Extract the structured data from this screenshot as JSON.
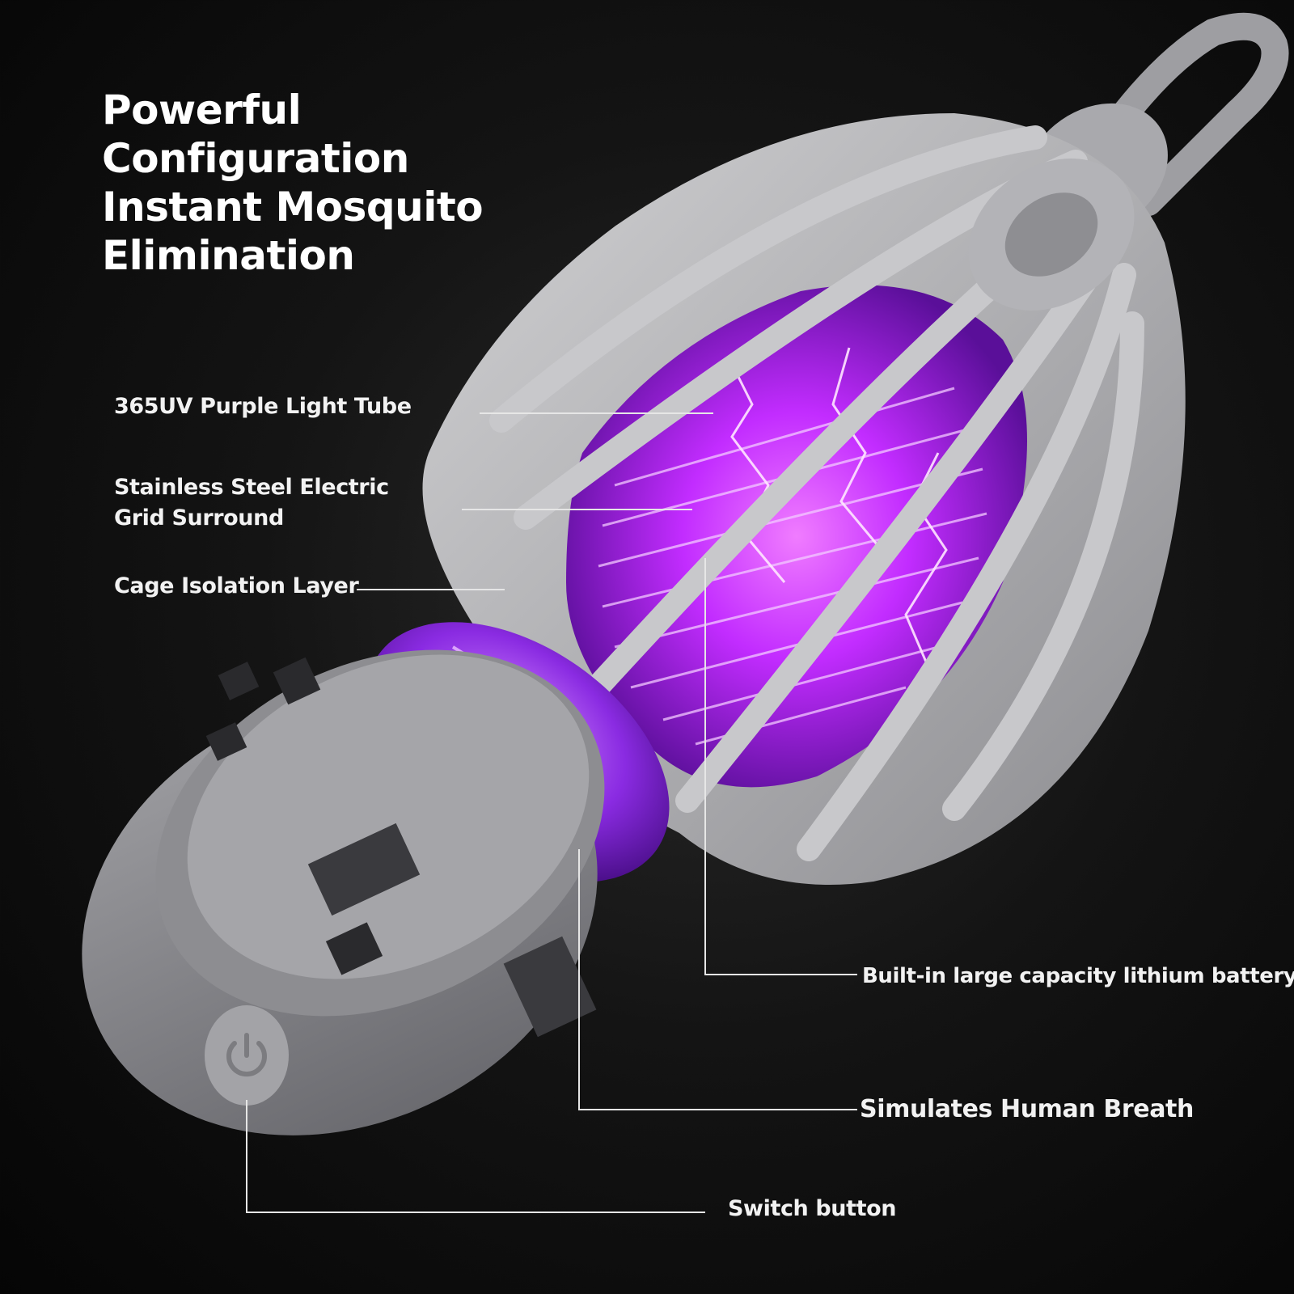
{
  "headline": {
    "line1": "Powerful",
    "line2": "Configuration",
    "line3": "Instant Mosquito",
    "line4": "Elimination"
  },
  "callouts": {
    "uv_tube": "365UV Purple Light Tube",
    "steel_grid_line1": "Stainless Steel Electric",
    "steel_grid_line2": "Grid Surround",
    "cage_layer": "Cage Isolation Layer",
    "battery": "Built-in large capacity lithium battery",
    "human_breath": "Simulates Human Breath",
    "switch": "Switch button"
  },
  "colors": {
    "background": "#0b0b0b",
    "housing": "#b9b9bb",
    "uv_glow": "#b026ff",
    "text": "#ffffff"
  },
  "icons": {
    "power_button": "power-icon"
  }
}
